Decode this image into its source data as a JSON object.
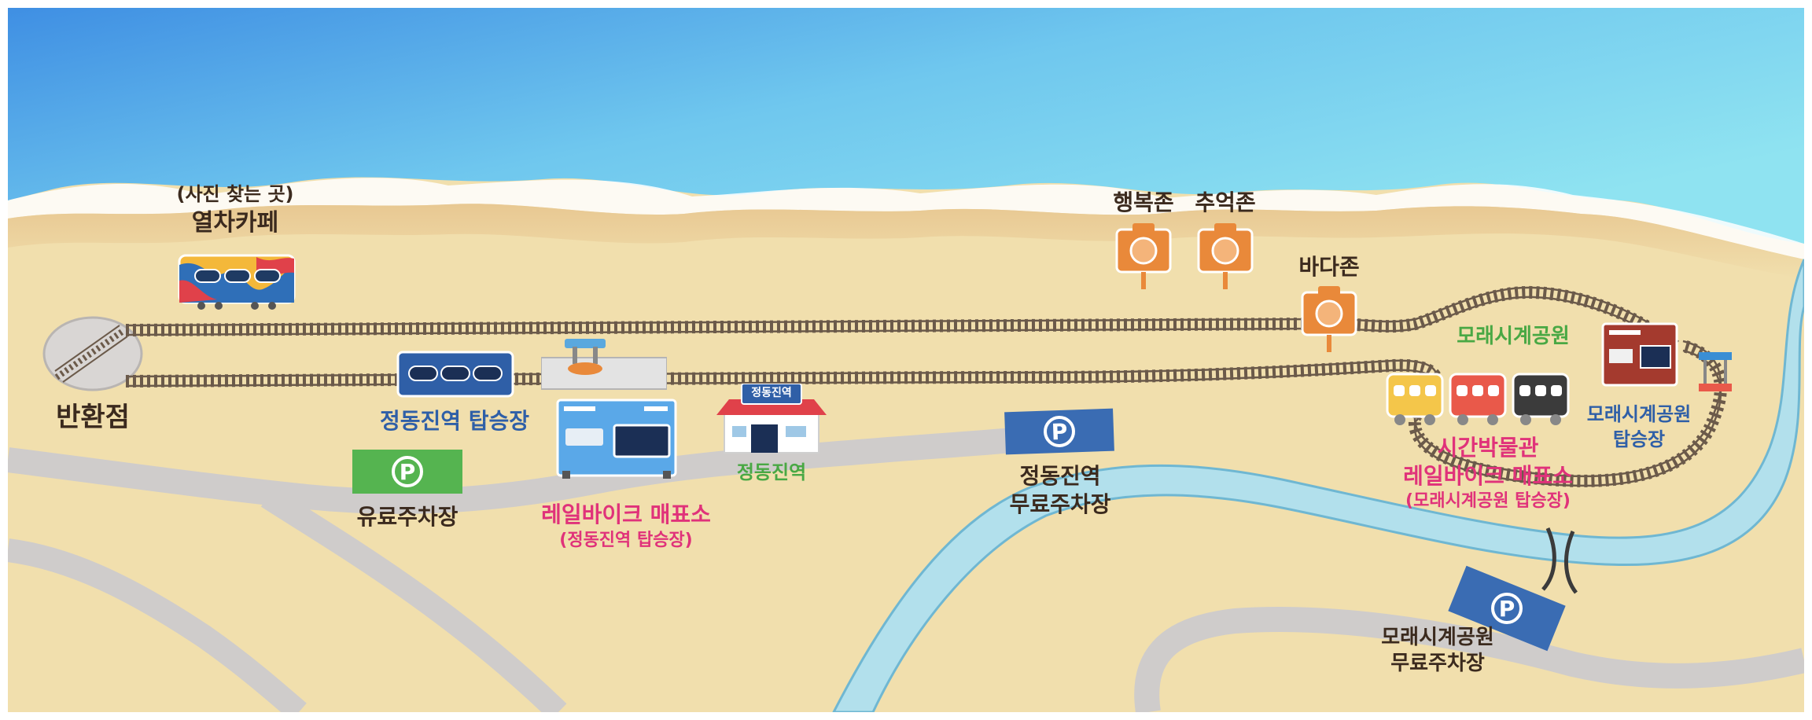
{
  "map": {
    "turntable": {
      "label": "반환점"
    },
    "train_cafe": {
      "note": "(사진 찾는 곳)",
      "label": "열차카페"
    },
    "jeongdong_platform": {
      "label": "정동진역 탑승장"
    },
    "paid_parking": {
      "label": "유료주차장",
      "icon": "P"
    },
    "railbike_ticket_jeongdong": {
      "label": "레일바이크 매표소",
      "sub": "(정동진역 탑승장)"
    },
    "jeongdong_station": {
      "label": "정동진역",
      "sign": "정동진역"
    },
    "jeongdong_free_parking": {
      "line1": "정동진역",
      "line2": "무료주차장",
      "icon": "P"
    },
    "photo_zones": [
      {
        "label": "행복존"
      },
      {
        "label": "추억존"
      },
      {
        "label": "바다존"
      }
    ],
    "sand_clock_park": {
      "label": "모래시계공원"
    },
    "time_museum": {
      "label": "시간박물관",
      "ticket": "레일바이크 매표소",
      "sub": "(모래시계공원 탑승장)"
    },
    "sand_clock_platform": {
      "line1": "모래시계공원",
      "line2": "탑승장"
    },
    "sand_clock_free_parking": {
      "line1": "모래시계공원",
      "line2": "무료주차장",
      "icon": "P"
    },
    "colors": {
      "sea_deep": "#3f8fe3",
      "sea_light": "#8fe0ef",
      "sand": "#f1dfad",
      "river": "#b2e0ec",
      "road": "#cfcccb",
      "parking_blue": "#3a6cb3",
      "parking_green": "#55b450",
      "photo_orange": "#e9893a",
      "label_pink": "#e0327a",
      "label_blue": "#2f5fa7",
      "label_green": "#49a844"
    }
  }
}
